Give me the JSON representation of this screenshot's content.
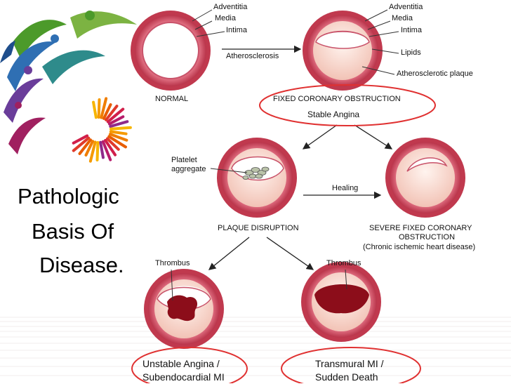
{
  "side_title": {
    "line1": "Pathologic",
    "line2": "Basis Of",
    "line3": "Disease."
  },
  "layer_labels": {
    "adventitia": "Adventitia",
    "media": "Media",
    "intima": "Intima",
    "lipids": "Lipids",
    "plaque": "Atherosclerotic plaque"
  },
  "stages": {
    "normal": "NORMAL",
    "fixed": "FIXED CORONARY OBSTRUCTION",
    "fixed_note": "Stable Angina",
    "disruption": "PLAQUE DISRUPTION",
    "severe_line1": "SEVERE FIXED CORONARY",
    "severe_line2": "OBSTRUCTION",
    "severe_line3": "(Chronic ischemic heart disease)"
  },
  "arrows": {
    "atherosclerosis": "Atherosclerosis",
    "healing": "Healing"
  },
  "annotations": {
    "platelet_line1": "Platelet",
    "platelet_line2": "aggregate",
    "thrombus_left": "Thrombus",
    "thrombus_right": "Thrombus"
  },
  "outcomes": {
    "left_line1": "Unstable Angina /",
    "left_line2": "Subendocardial MI",
    "right_line1": "Transmural MI /",
    "right_line2": "Sudden Death"
  },
  "colors": {
    "wall_outer": "#c0394e",
    "wall_inner": "#e77f8f",
    "lumen": "#ffffff",
    "plaque": "#f6d2c8",
    "thrombus": "#8c0d1a",
    "highlight_oval": "#e03131"
  },
  "decor_icons": [
    "people-logo-icon",
    "sunburst-logo-icon"
  ]
}
